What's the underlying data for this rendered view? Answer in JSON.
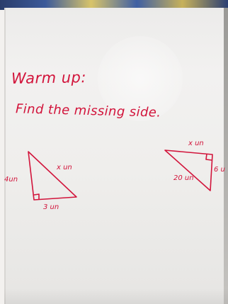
{
  "whiteboard": {
    "heading": "Warm up:",
    "instruction": "Find the missing side.",
    "triangle_left": {
      "side_left": "4un",
      "side_bottom": "3 un",
      "side_hypotenuse": "x un"
    },
    "triangle_right": {
      "side_top": "x un",
      "side_right": "6 u",
      "side_hypotenuse": "20 un"
    }
  },
  "colors": {
    "marker": "#d2143b",
    "board": "#f0efed"
  }
}
